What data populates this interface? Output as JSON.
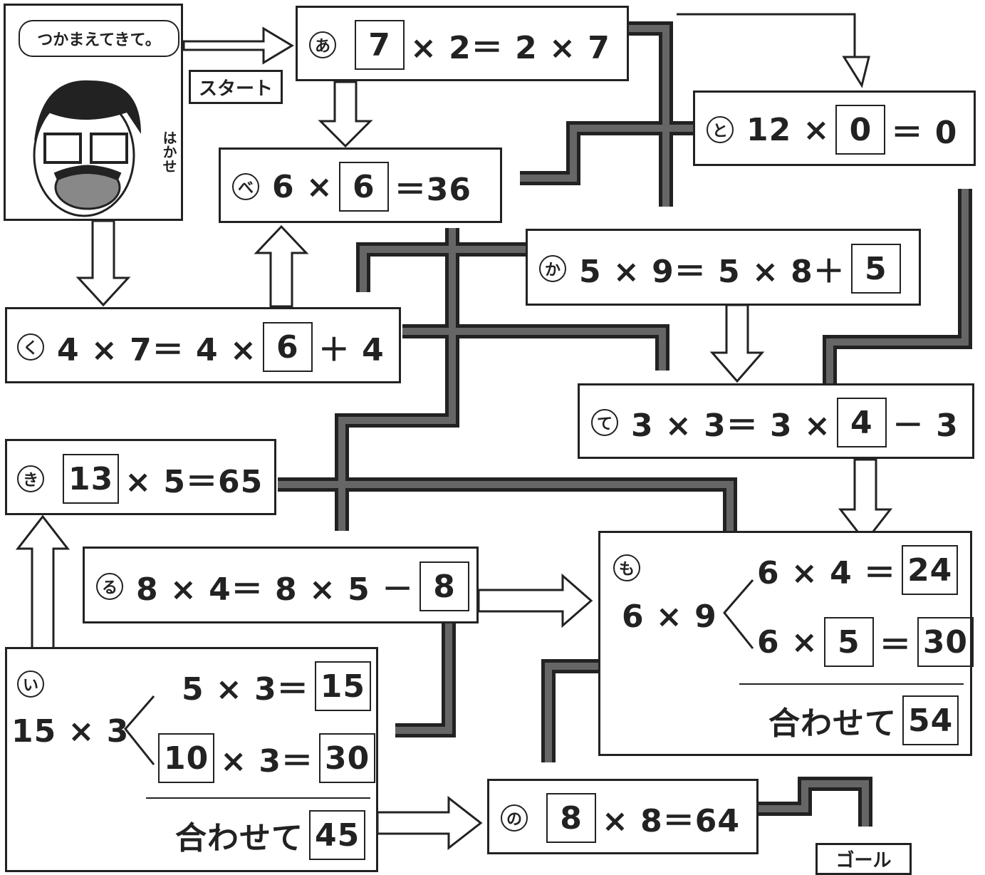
{
  "intro": {
    "speech": "つかまえてきて。",
    "name": "はかせ",
    "start": "スタート",
    "goal": "ゴール"
  },
  "boxes": {
    "a": {
      "mark": "あ",
      "ans": "7",
      "post": "× 2＝ 2 × 7"
    },
    "to": {
      "mark": "と",
      "pre": "12 ×",
      "ans": "0",
      "post": "＝ 0"
    },
    "be": {
      "mark": "べ",
      "pre": "6 ×",
      "ans": "6",
      "post": "＝36"
    },
    "ka": {
      "mark": "か",
      "pre": "5 × 9＝ 5 × 8＋",
      "ans": "5"
    },
    "ku": {
      "mark": "く",
      "pre": "4 × 7＝ 4 ×",
      "ans": "6",
      "post": "＋ 4"
    },
    "te": {
      "mark": "て",
      "pre": "3 × 3＝ 3 ×",
      "ans": "4",
      "post": "－ 3"
    },
    "ki": {
      "mark": "き",
      "ans": "13",
      "post": "× 5＝65"
    },
    "ru": {
      "mark": "る",
      "pre": "8 × 4＝ 8 × 5 －",
      "ans": "8"
    },
    "mo": {
      "mark": "も",
      "main": "6 × 9",
      "l1_pre": "6 ×  4 ＝",
      "l1_ans": "24",
      "l2_pre": "6 ×",
      "l2_ans": "5",
      "l2_mid": "＝",
      "l2_ans2": "30",
      "total_label": "合わせて",
      "total_ans": "54"
    },
    "i": {
      "mark": "い",
      "main": "15 × 3",
      "l1_pre": "5 × 3＝",
      "l1_ans": "15",
      "l2_ans": "10",
      "l2_mid": "× 3＝",
      "l2_ans2": "30",
      "total_label": "合わせて",
      "total_ans": "45"
    },
    "no": {
      "mark": "の",
      "ans": "8",
      "post": "× 8＝64"
    }
  },
  "colors": {
    "line": "#222222",
    "road": "#666666"
  }
}
